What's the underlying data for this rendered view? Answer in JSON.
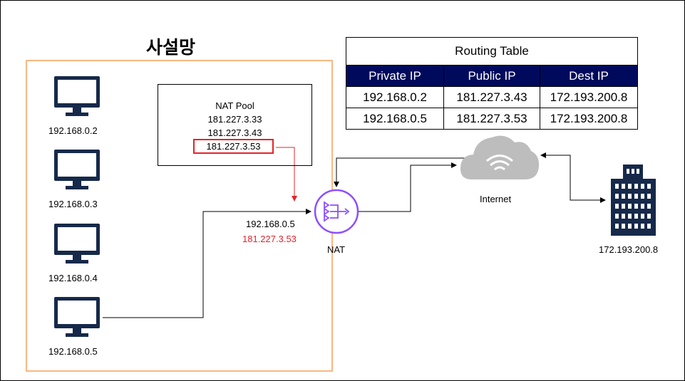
{
  "private_network": {
    "title": "사설망",
    "hosts": [
      {
        "ip": "192.168.0.2"
      },
      {
        "ip": "192.168.0.3"
      },
      {
        "ip": "192.168.0.4"
      },
      {
        "ip": "192.168.0.5"
      }
    ]
  },
  "nat_pool": {
    "title": "NAT Pool",
    "addresses": [
      "181.227.3.33",
      "181.227.3.43",
      "181.227.3.53"
    ],
    "selected_index": 2
  },
  "translation": {
    "source_ip": "192.168.0.5",
    "mapped_ip": "181.227.3.53"
  },
  "nat": {
    "label": "NAT",
    "icon": "nat-gateway-icon"
  },
  "internet": {
    "label": "Internet",
    "icon": "cloud-wifi-icon"
  },
  "destination": {
    "ip": "172.193.200.8",
    "icon": "building-icon"
  },
  "routing_table": {
    "title": "Routing Table",
    "columns": [
      "Private IP",
      "Public IP",
      "Dest IP"
    ],
    "rows": [
      [
        "192.168.0.2",
        "181.227.3.43",
        "172.193.200.8"
      ],
      [
        "192.168.0.5",
        "181.227.3.53",
        "172.193.200.8"
      ]
    ]
  },
  "colors": {
    "private_border": "#f5a05a",
    "highlight_red": "#e3242b",
    "nat_purple": "#8c4fff",
    "table_header": "#000a5c",
    "cloud_gray": "#bdbdbd",
    "icon_navy": "#16294a"
  }
}
